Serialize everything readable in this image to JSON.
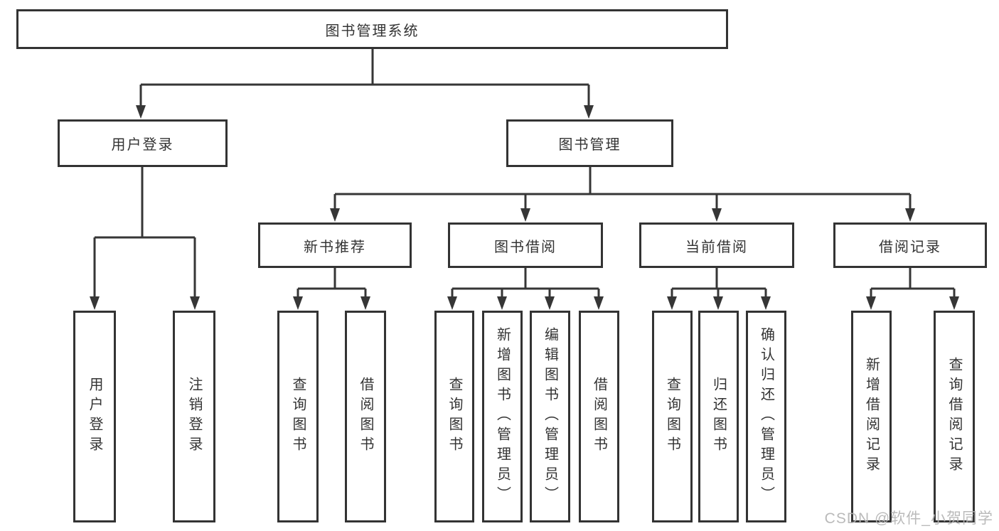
{
  "diagram_type": "hierarchy-tree",
  "colors": {
    "line": "#363636",
    "box_border": "#333333",
    "text": "#333333",
    "background": "#ffffff",
    "watermark": "#b5b5b5"
  },
  "watermark": {
    "text": "CSDN @软件_小贺同学"
  },
  "tree": {
    "label": "图书管理系统",
    "children": [
      {
        "label": "用户登录",
        "children": [
          {
            "label": "用户登录"
          },
          {
            "label": "注销登录"
          }
        ]
      },
      {
        "label": "图书管理",
        "children": [
          {
            "label": "新书推荐",
            "children": [
              {
                "label": "查询图书"
              },
              {
                "label": "借阅图书"
              }
            ]
          },
          {
            "label": "图书借阅",
            "children": [
              {
                "label": "查询图书"
              },
              {
                "label": "新增图书（管理员）"
              },
              {
                "label": "编辑图书（管理员）"
              },
              {
                "label": "借阅图书"
              }
            ]
          },
          {
            "label": "当前借阅",
            "children": [
              {
                "label": "查询图书"
              },
              {
                "label": "归还图书"
              },
              {
                "label": "确认归还（管理员）"
              }
            ]
          },
          {
            "label": "借阅记录",
            "children": [
              {
                "label": "新增借阅记录"
              },
              {
                "label": "查询借阅记录"
              }
            ]
          }
        ]
      }
    ]
  }
}
